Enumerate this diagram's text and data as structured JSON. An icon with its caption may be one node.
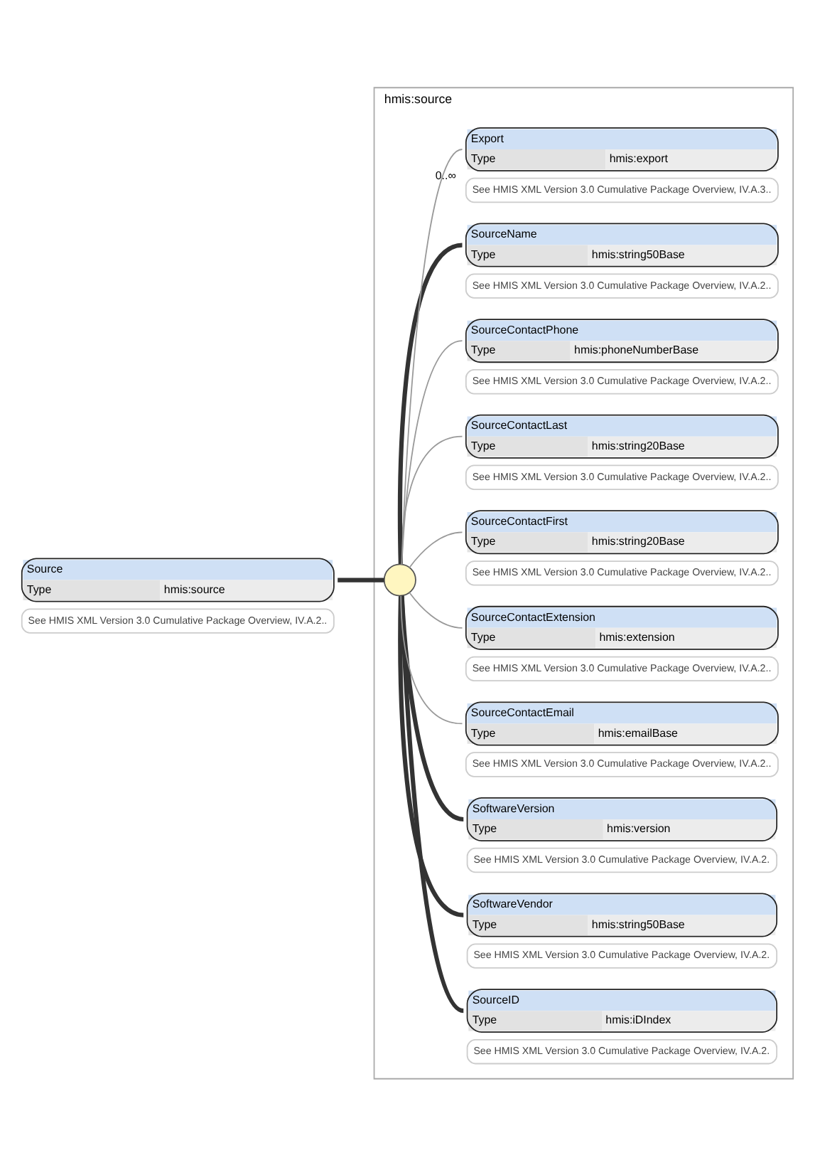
{
  "diagram": {
    "nodes": [
      {
        "text": [
          "Source",
          "Type",
          "hmis:source"
        ],
        "beside": [
          "See HMIS XML Version 3.0 Cumulative Package Overview, IV.A.2.."
        ]
      },
      {
        "text": [
          "hmis:source"
        ]
      },
      {
        "text": [],
        "shape": "circle",
        "in": 1
      },
      {
        "text": [
          "SourceID",
          "Type",
          "hmis:iDIndex"
        ],
        "beside": [
          "See HMIS XML Version 3.0 Cumulative Package Overview, IV.A.2."
        ],
        "in": 1
      },
      {
        "text": [
          "SoftwareVendor",
          "Type",
          "hmis:string50Base"
        ],
        "beside": [
          "See HMIS XML Version 3.0 Cumulative Package Overview, IV.A.2."
        ],
        "in": 1
      },
      {
        "text": [
          "SoftwareVersion",
          "Type",
          "hmis:version"
        ],
        "beside": [
          "See HMIS XML Version 3.0 Cumulative Package Overview, IV.A.2."
        ],
        "in": 1
      },
      {
        "text": [
          "SourceContactEmail",
          "Type",
          "hmis:emailBase"
        ],
        "beside": [
          "See HMIS XML Version 3.0 Cumulative Package Overview, IV.A.2.."
        ],
        "in": 1
      },
      {
        "text": [
          "SourceContactExtension",
          "Type",
          "hmis:extension"
        ],
        "beside": [
          "See HMIS XML Version 3.0 Cumulative Package Overview, IV.A.2.."
        ],
        "in": 1
      },
      {
        "text": [
          "SourceContactFirst",
          "Type",
          "hmis:string20Base"
        ],
        "beside": [
          "See HMIS XML Version 3.0 Cumulative Package Overview, IV.A.2.."
        ],
        "in": 1
      },
      {
        "text": [
          "SourceContactLast",
          "Type",
          "hmis:string20Base"
        ],
        "beside": [
          "See HMIS XML Version 3.0 Cumulative Package Overview, IV.A.2.."
        ],
        "in": 1
      },
      {
        "text": [
          "SourceContactPhone",
          "Type",
          "hmis:phoneNumberBase"
        ],
        "beside": [
          "See HMIS XML Version 3.0 Cumulative Package Overview, IV.A.2.."
        ],
        "in": 1
      },
      {
        "text": [
          "SourceName",
          "Type",
          "hmis:string50Base"
        ],
        "beside": [
          "See HMIS XML Version 3.0 Cumulative Package Overview, IV.A.2.."
        ],
        "in": 1
      },
      {
        "text": [
          "Export",
          "Type",
          "hmis:export"
        ],
        "beside": [
          "See HMIS XML Version 3.0 Cumulative Package Overview, IV.A.3.."
        ],
        "in": 1
      }
    ],
    "edges": [
      {
        "from": 0,
        "to": 2,
        "arrow": "none",
        "style": "thick",
        "color": "#333333"
      },
      {
        "from": 2,
        "to": 3,
        "arrow": "none",
        "style": "thick",
        "color": "#333333"
      },
      {
        "from": 2,
        "to": 4,
        "arrow": "none",
        "style": "thick",
        "color": "#333333"
      },
      {
        "from": 2,
        "to": 5,
        "arrow": "none",
        "style": "thick",
        "color": "#333333"
      },
      {
        "from": 2,
        "to": 6,
        "arrow": "none"
      },
      {
        "from": 2,
        "to": 7,
        "arrow": "none"
      },
      {
        "from": 2,
        "to": 8,
        "arrow": "none"
      },
      {
        "from": 2,
        "to": 9,
        "arrow": "none"
      },
      {
        "from": 2,
        "to": 10,
        "arrow": "none"
      },
      {
        "from": 2,
        "to": 11,
        "arrow": "none",
        "style": "thick",
        "color": "#333333"
      },
      {
        "from": 2,
        "to": 12,
        "arrow": "none",
        "label": "0..∞"
      }
    ]
  }
}
